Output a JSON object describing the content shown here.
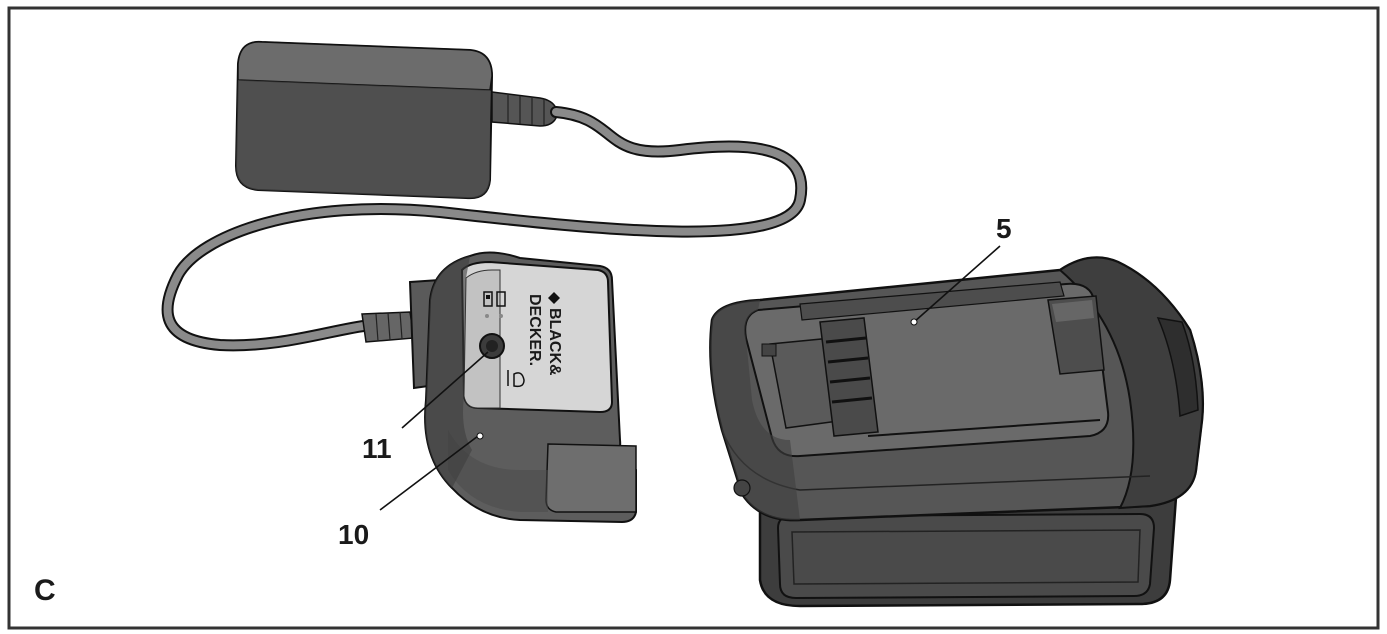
{
  "figure": {
    "panel_letter": "C",
    "callouts": {
      "battery": "5",
      "charge_indicator": "11",
      "charger": "10"
    },
    "brand_logo": {
      "line1": "BLACK&",
      "line2": "DECKER."
    }
  },
  "colors": {
    "frame": "#333333",
    "body_dark": "#4a4a4a",
    "body_mid": "#6b6b6b",
    "body_light": "#8a8a8a",
    "panel": "#d4d4d4",
    "outline": "#111111"
  },
  "icons": [
    "battery-status-icon",
    "charge-plug-icon",
    "brand-logo-icon"
  ]
}
